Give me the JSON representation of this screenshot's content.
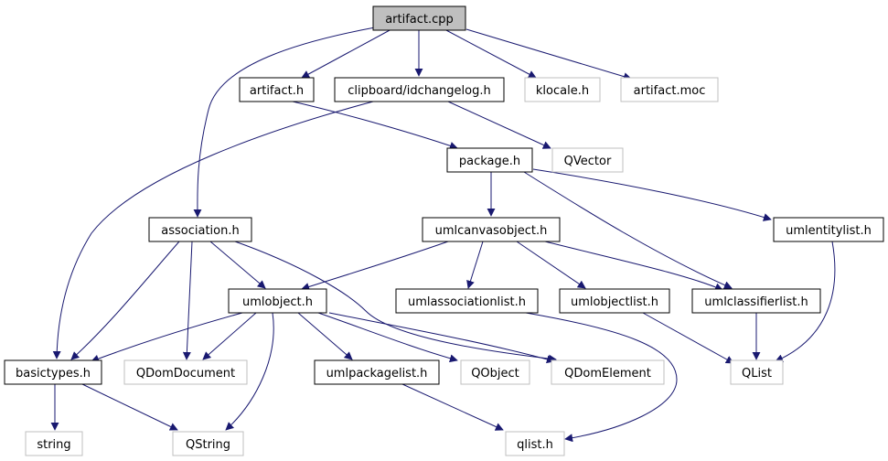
{
  "colors": {
    "edge": "#191970",
    "root_fill": "#bfbfbf",
    "primary_border": "#000000",
    "external_border": "#bfbfbf"
  },
  "nodes": {
    "artifact_cpp": "artifact.cpp",
    "artifact_h": "artifact.h",
    "idchangelog_h": "clipboard/idchangelog.h",
    "klocale_h": "klocale.h",
    "artifact_moc": "artifact.moc",
    "package_h": "package.h",
    "qvector": "QVector",
    "association_h": "association.h",
    "umlcanvasobject_h": "umlcanvasobject.h",
    "umlentitylist_h": "umlentitylist.h",
    "umlobject_h": "umlobject.h",
    "umlassociationlist_h": "umlassociationlist.h",
    "umlobjectlist_h": "umlobjectlist.h",
    "umlclassifierlist_h": "umlclassifierlist.h",
    "basictypes_h": "basictypes.h",
    "qdomdocument": "QDomDocument",
    "umlpackagelist_h": "umlpackagelist.h",
    "qobject": "QObject",
    "qdomelement": "QDomElement",
    "qlist": "QList",
    "string": "string",
    "qstring": "QString",
    "qlist_h": "qlist.h"
  }
}
